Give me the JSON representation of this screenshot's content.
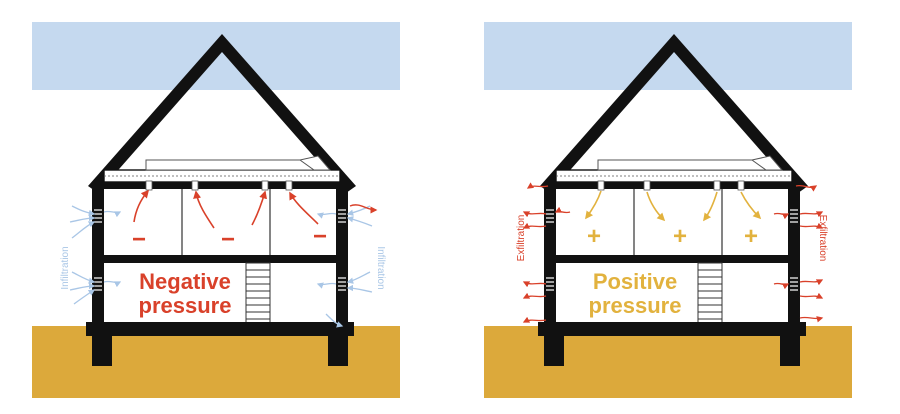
{
  "colors": {
    "sky": "#c5d9ef",
    "ground": "#dca93b",
    "wall": "#111111",
    "negative": "#d9412a",
    "positive": "#e2b23e",
    "infiltration": "#a9c6e6",
    "exfiltration": "#d9412a"
  },
  "left_house": {
    "pressure_line1": "Negative",
    "pressure_line2": "pressure",
    "sign": "−",
    "side_label_left": "Infiltration",
    "side_label_right": "Infiltration"
  },
  "right_house": {
    "pressure_line1": "Positive",
    "pressure_line2": "pressure",
    "sign": "+",
    "side_label_left": "Exfiltration",
    "side_label_right": "Exfiltration"
  }
}
